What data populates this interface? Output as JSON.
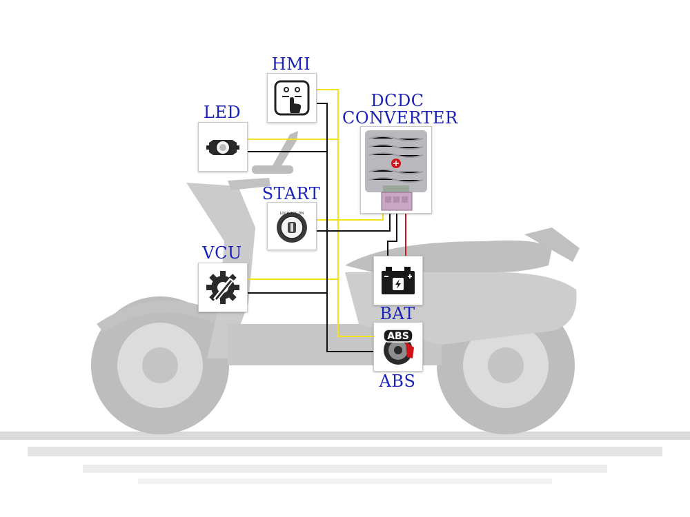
{
  "labels": {
    "hmi": "HMI",
    "led": "LED",
    "dcdc_line1": "DCDC",
    "dcdc_line2": "CONVERTER",
    "start": "START",
    "vcu": "VCU",
    "bat": "BAT",
    "abs": "ABS"
  },
  "icon_text": {
    "abs_badge": "ABS",
    "start_switch": "LOCK ACC ON"
  },
  "colors": {
    "label_text": "#1a22b8",
    "signal_wire": "#f2e21a",
    "ground_wire": "#111111",
    "power_wire": "#d0141a",
    "scooter_silhouette": "#c8c8c8",
    "converter_body": "#b9b9bd",
    "converter_terminal": "#c9a6c4"
  },
  "icons": [
    "hmi-touch-icon",
    "headlight-icon",
    "dcdc-converter-image",
    "ignition-switch-icon",
    "gear-wrench-icon",
    "battery-icon",
    "abs-brake-icon"
  ]
}
